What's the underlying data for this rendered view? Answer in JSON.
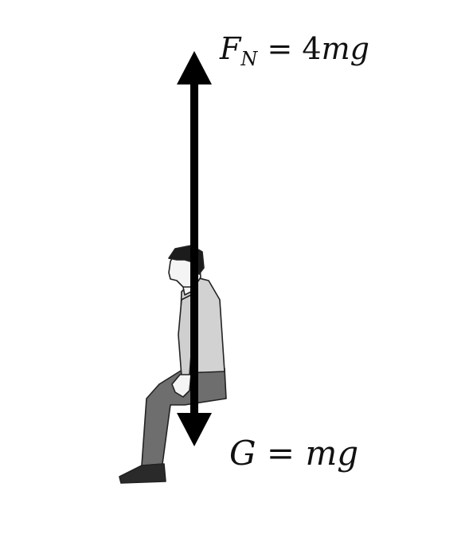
{
  "labels": {
    "normal_force": {
      "symbol": "F",
      "subscript": "N",
      "equals": " = ",
      "coefficient": "4",
      "expression": "mg"
    },
    "weight": {
      "symbol": "G",
      "equals": " = ",
      "expression": "mg"
    }
  },
  "colors": {
    "arrow": "#000000",
    "text": "#111111",
    "shirt": "#d2d2d2",
    "pants": "#6e6e6e",
    "hair": "#1c1c1c",
    "shoe": "#2a2a2a",
    "skin": "#f4f4f4"
  },
  "icons": {
    "figure": "seated-person-icon"
  }
}
